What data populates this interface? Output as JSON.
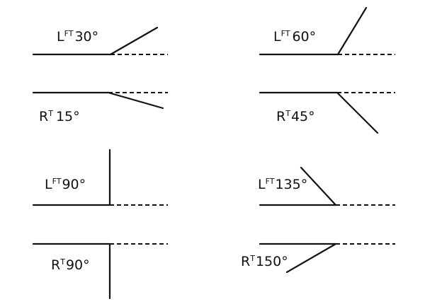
{
  "diagrams": [
    {
      "side": "L",
      "sup": "FT",
      "degrees": "30°",
      "angle": 30
    },
    {
      "side": "L",
      "sup": "FT",
      "degrees": "60°",
      "angle": 60
    },
    {
      "side": "R",
      "sup": "T",
      "degrees": "15°",
      "angle": -15
    },
    {
      "side": "R",
      "sup": "T",
      "degrees": "45°",
      "angle": -45
    },
    {
      "side": "L",
      "sup": "FT",
      "degrees": "90°",
      "angle": 90
    },
    {
      "side": "L",
      "sup": "FT",
      "degrees": "135°",
      "angle": 135
    },
    {
      "side": "R",
      "sup": "T",
      "degrees": "90°",
      "angle": -90
    },
    {
      "side": "R",
      "sup": "T",
      "degrees": "150°",
      "angle": -150
    }
  ]
}
